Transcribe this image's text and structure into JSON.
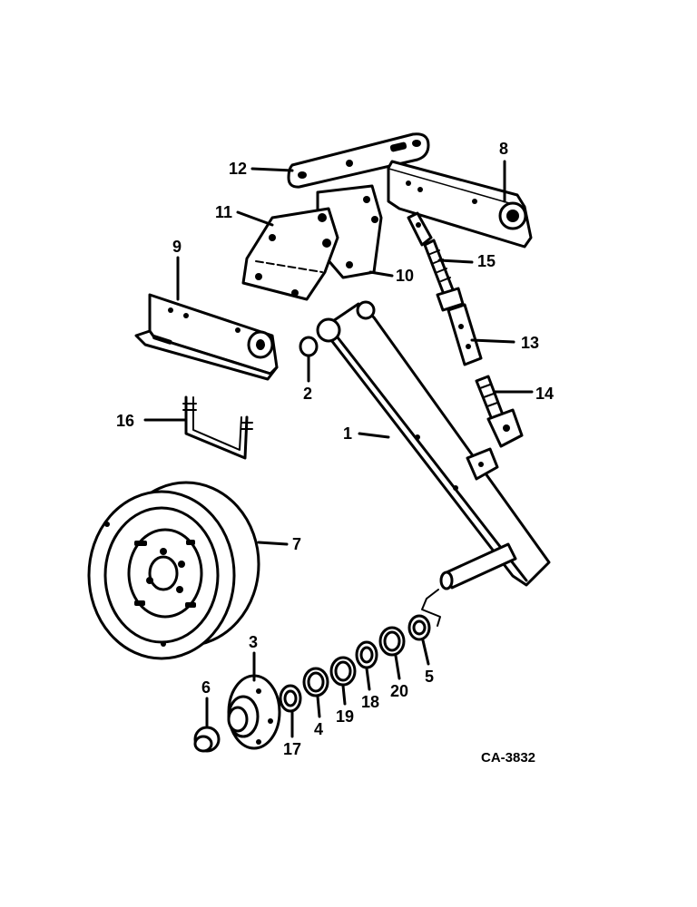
{
  "diagram": {
    "code": "CA-3832",
    "callouts": {
      "c1": "1",
      "c2": "2",
      "c3": "3",
      "c4": "4",
      "c5": "5",
      "c6": "6",
      "c7": "7",
      "c8": "8",
      "c9": "9",
      "c10": "10",
      "c11": "11",
      "c12": "12",
      "c13": "13",
      "c14": "14",
      "c15": "15",
      "c16": "16",
      "c17": "17",
      "c18": "18",
      "c19": "19",
      "c20": "20"
    }
  }
}
